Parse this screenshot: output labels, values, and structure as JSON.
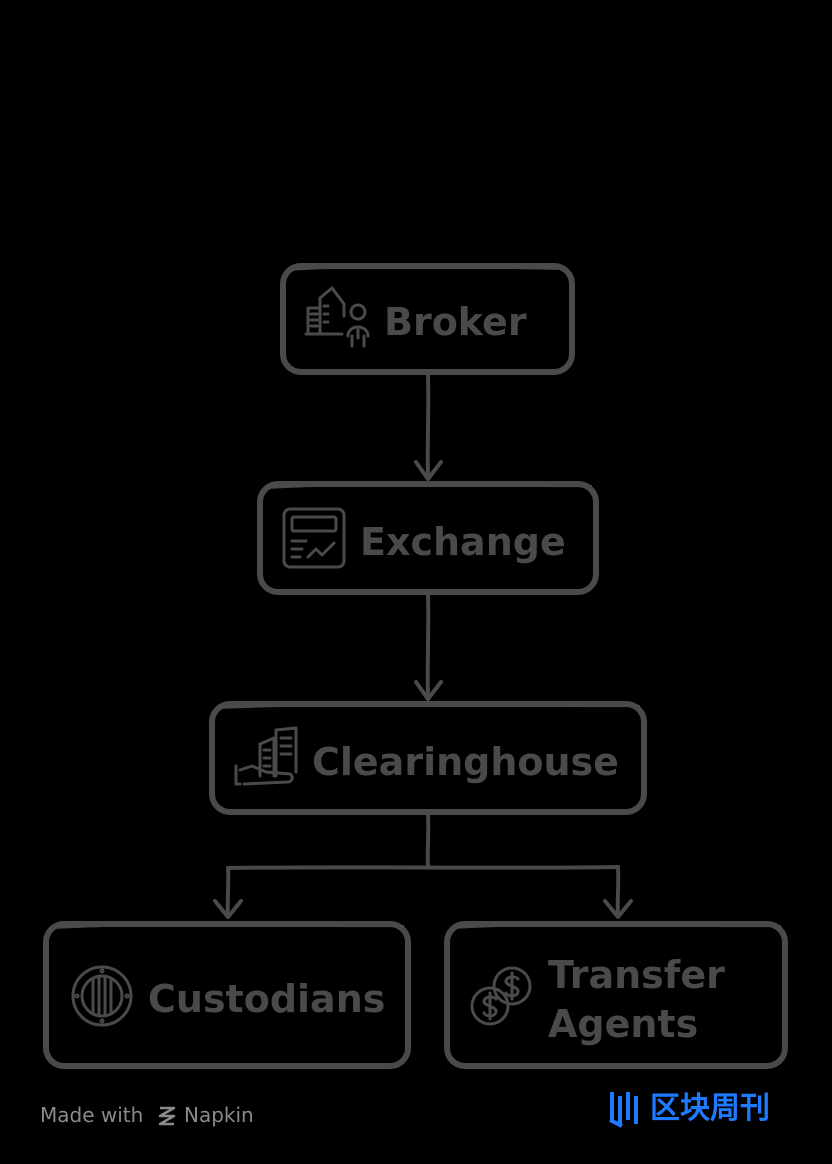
{
  "nodes": {
    "broker": {
      "label": "Broker",
      "icon": "broker-building-person-icon"
    },
    "exchange": {
      "label": "Exchange",
      "icon": "exchange-document-chart-icon"
    },
    "clearinghouse": {
      "label": "Clearinghouse",
      "icon": "clearinghouse-buildings-hand-icon"
    },
    "custodians": {
      "label": "Custodians",
      "icon": "vault-icon"
    },
    "transfer_agents": {
      "label_line1": "Transfer",
      "label_line2": "Agents",
      "icon": "dollar-coins-icon"
    }
  },
  "edges": [
    {
      "from": "Broker",
      "to": "Exchange"
    },
    {
      "from": "Exchange",
      "to": "Clearinghouse"
    },
    {
      "from": "Clearinghouse",
      "to": "Custodians"
    },
    {
      "from": "Clearinghouse",
      "to": "Transfer Agents"
    }
  ],
  "footer": {
    "made_with": "Made with",
    "brand": "Napkin"
  },
  "watermark": {
    "text": "区块周刊"
  },
  "colors": {
    "background": "#000000",
    "stroke": "#4a4a4a",
    "footer_text": "#8a8a8a",
    "watermark": "#1e7bff"
  }
}
